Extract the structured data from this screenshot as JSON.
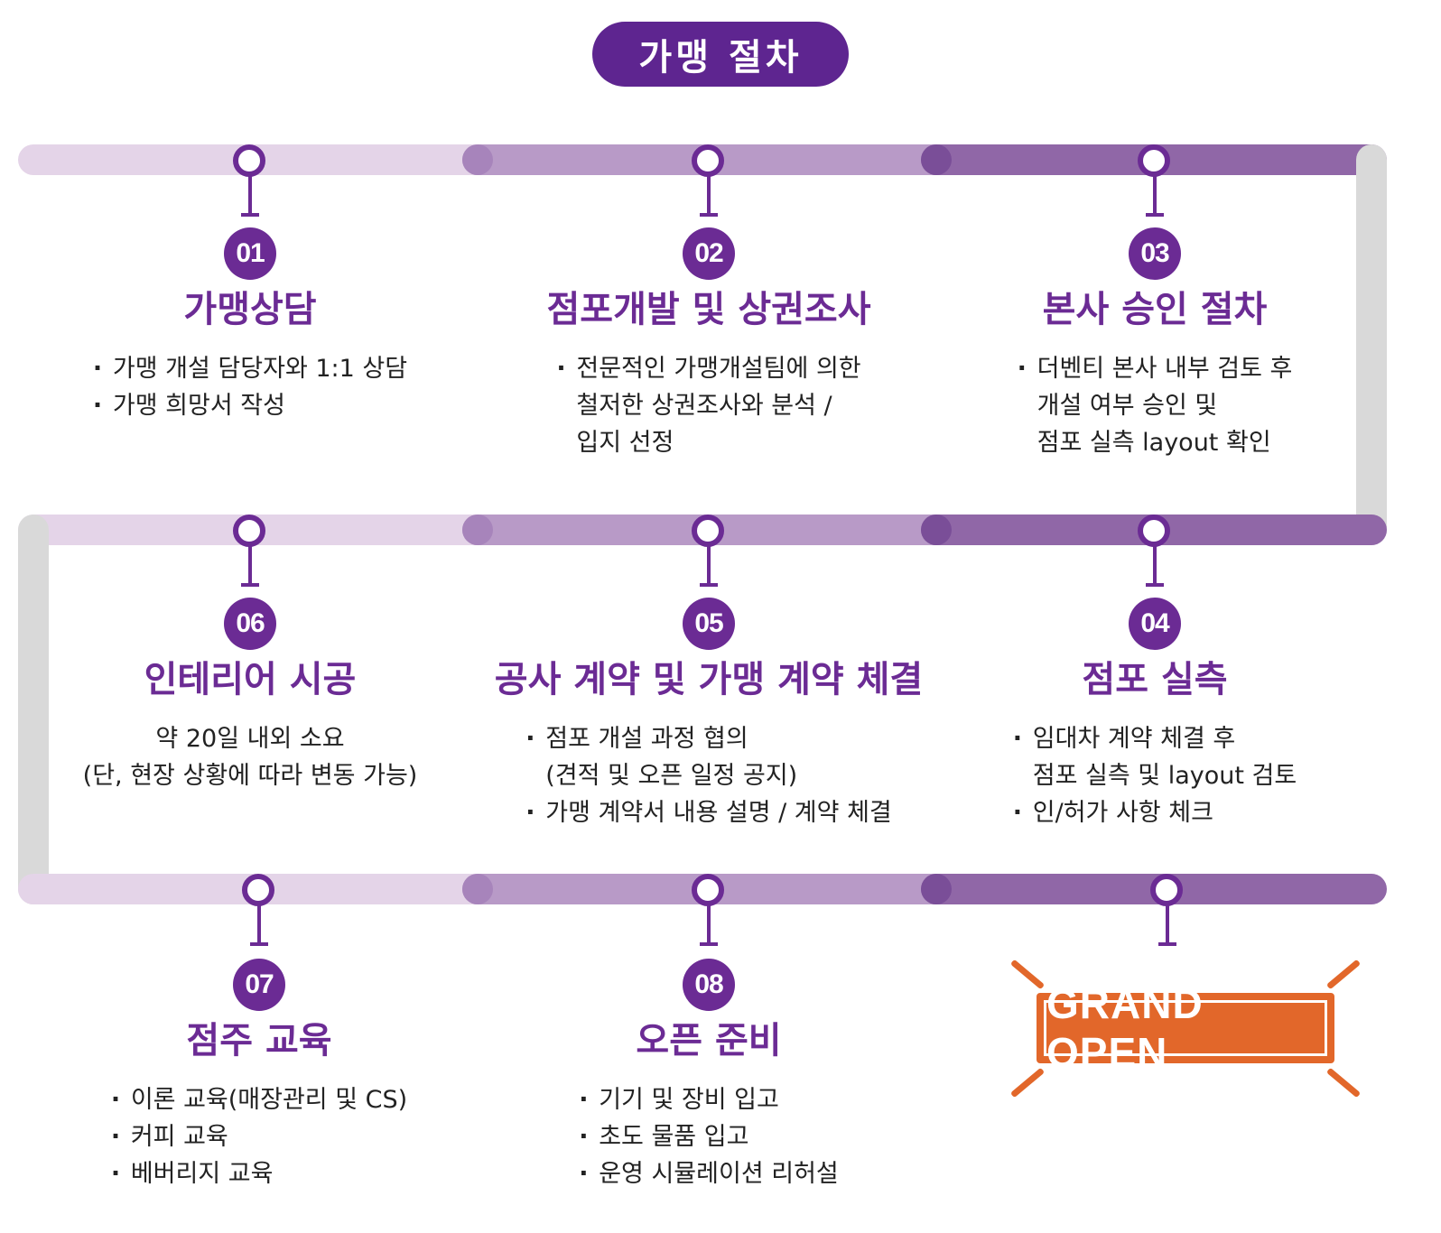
{
  "title": "가맹 절차",
  "colors": {
    "primary": "#6b2b94",
    "track_light": "#e4d4e8",
    "track_mid": "#b89ac7",
    "track_dark": "#9067a7",
    "accent": "#e2672a"
  },
  "steps": [
    {
      "num": "01",
      "title": "가맹상담",
      "lines": [
        "가맹 개설 담당자와 1:1 상담",
        "가맹 희망서 작성"
      ]
    },
    {
      "num": "02",
      "title": "점포개발 및 상권조사",
      "lines": [
        "전문적인 가맹개설팀에 의한",
        "철저한 상권조사와 분석 /",
        "입지 선정"
      ]
    },
    {
      "num": "03",
      "title": "본사 승인 절차",
      "lines": [
        "더벤티 본사 내부 검토 후",
        "개설 여부 승인 및",
        "점포 실측 layout 확인"
      ]
    },
    {
      "num": "04",
      "title": "점포 실측",
      "lines": [
        "임대차 계약 체결 후",
        "점포 실측 및 layout 검토",
        "인/허가 사항 체크"
      ]
    },
    {
      "num": "05",
      "title": "공사 계약 및 가맹 계약 체결",
      "lines": [
        "점포 개설 과정 협의",
        "(견적 및 오픈 일정 공지)",
        "가맹 계약서 내용 설명 / 계약 체결"
      ]
    },
    {
      "num": "06",
      "title": "인테리어 시공",
      "lines": [
        "약 20일 내외 소요",
        "(단, 현장 상황에 따라 변동 가능)"
      ]
    },
    {
      "num": "07",
      "title": "점주 교육",
      "lines": [
        "이론 교육(매장관리 및 CS)",
        "커피 교육",
        "베버리지 교육"
      ]
    },
    {
      "num": "08",
      "title": "오픈 준비",
      "lines": [
        "기기 및 장비 입고",
        "초도 물품 입고",
        "운영 시뮬레이션 리허설"
      ]
    }
  ],
  "grand_open": "GRAND OPEN"
}
